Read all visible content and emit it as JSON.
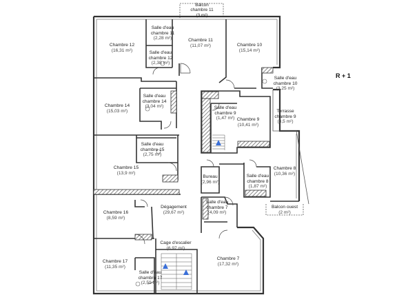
{
  "level_label": "R + 1",
  "rooms": [
    {
      "id": "chambre-12",
      "name": "Chambre 12",
      "area": "(16,31 m²)"
    },
    {
      "id": "sde-11",
      "name": "Salle d'eau\nchambre 11",
      "area": "(2,28 m²)"
    },
    {
      "id": "chambre-11",
      "name": "Chambre 11",
      "area": "(11,07 m²)"
    },
    {
      "id": "sde-12",
      "name": "Salle d'eau\nchambre 12",
      "area": "(2,38 m²)"
    },
    {
      "id": "chambre-10",
      "name": "Chambre 10",
      "area": "(15,14 m²)"
    },
    {
      "id": "sde-10",
      "name": "Salle d'eau\nchambre 10",
      "area": "(3,25 m²)"
    },
    {
      "id": "chambre-14",
      "name": "Chambre 14",
      "area": "(15,03 m²)"
    },
    {
      "id": "sde-14",
      "name": "Salle d'eau\nchambre 14",
      "area": "(3,04 m²)"
    },
    {
      "id": "sde-9",
      "name": "Salle d'eau\nchambre 9",
      "area": "(1,47 m²)"
    },
    {
      "id": "chambre-9",
      "name": "Chambre 9",
      "area": "(10,41 m²)"
    },
    {
      "id": "terrasse-9",
      "name": "Terrasse\nchambre 9",
      "area": "(3,5 m²)"
    },
    {
      "id": "sde-15",
      "name": "Salle d'eau\nchambre 15",
      "area": "(2,75 m²)"
    },
    {
      "id": "chambre-15",
      "name": "Chambre 15",
      "area": "(13,9 m²)"
    },
    {
      "id": "chambre-8",
      "name": "Chambre 8",
      "area": "(10,36 m²)"
    },
    {
      "id": "bureau",
      "name": "Bureau",
      "area": "(2,96 m²)"
    },
    {
      "id": "sde-8",
      "name": "Salle d'eau\nchambre 8",
      "area": "(1,87 m²)"
    },
    {
      "id": "balcon-ouest",
      "name": "Balcon ouest",
      "area": "(2 m²)"
    },
    {
      "id": "chambre-16",
      "name": "Chambre 16",
      "area": "(8,59 m²)"
    },
    {
      "id": "degagement",
      "name": "Dégagement",
      "area": "(29,67 m²)"
    },
    {
      "id": "sde-7",
      "name": "Salle d'eau\nchambre 7",
      "area": "(4,09 m²)"
    },
    {
      "id": "cage-escalier",
      "name": "Cage d'escalier",
      "area": "(6,97 m²)"
    },
    {
      "id": "chambre-7",
      "name": "Chambre 7",
      "area": "(17,32 m²)"
    },
    {
      "id": "chambre-17",
      "name": "Chambre 17",
      "area": "(11,35 m²)"
    },
    {
      "id": "sde-17",
      "name": "Salle d'eau\nchambre 17",
      "area": "(2,59 m²)"
    }
  ],
  "balcony_top": {
    "line1": "Balcon",
    "line2": "chambre 11",
    "area": "(3 m²)"
  }
}
